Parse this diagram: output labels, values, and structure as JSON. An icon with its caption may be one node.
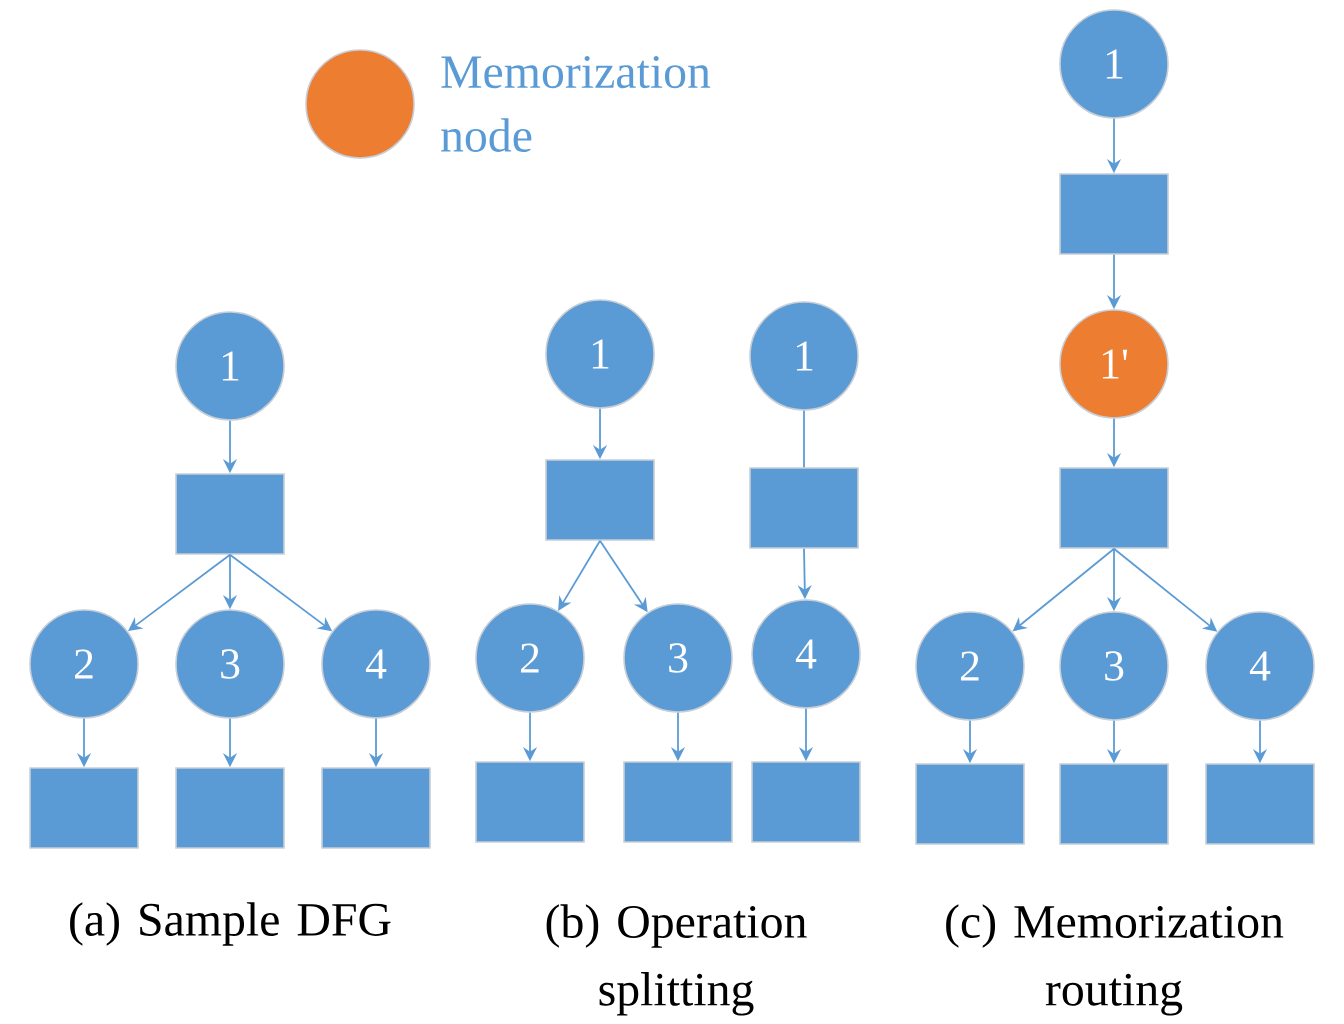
{
  "diagram": {
    "nodes": [
      {
        "text": [
          "1"
        ]
      },
      {
        "text": [],
        "shape": "box"
      },
      {
        "text": [
          "2"
        ]
      },
      {
        "text": [
          "3"
        ]
      },
      {
        "text": [
          "4"
        ]
      },
      {
        "text": [],
        "shape": "box"
      },
      {
        "text": [],
        "shape": "box"
      },
      {
        "text": [],
        "shape": "box"
      },
      {
        "text": [
          "1"
        ]
      },
      {
        "text": [],
        "shape": "box"
      },
      {
        "text": [
          "2"
        ]
      },
      {
        "text": [
          "3"
        ]
      },
      {
        "text": [],
        "shape": "box"
      },
      {
        "text": [],
        "shape": "box"
      },
      {
        "text": [
          "1"
        ]
      },
      {
        "text": [],
        "shape": "box"
      },
      {
        "text": [
          "4"
        ]
      },
      {
        "text": [],
        "shape": "box"
      },
      {
        "text": [
          "1"
        ]
      },
      {
        "text": [],
        "shape": "box"
      },
      {
        "text": [
          "1'"
        ]
      },
      {
        "text": [],
        "shape": "box"
      },
      {
        "text": [
          "2"
        ]
      },
      {
        "text": [
          "3"
        ]
      },
      {
        "text": [
          "4"
        ]
      },
      {
        "text": [],
        "shape": "box"
      },
      {
        "text": [],
        "shape": "box"
      },
      {
        "text": [],
        "shape": "box"
      }
    ],
    "edges": [
      {
        "from": 0,
        "to": 1,
        "arrow": "to"
      },
      {
        "from": 1,
        "to": 2,
        "arrow": "to"
      },
      {
        "from": 1,
        "to": 3,
        "arrow": "to"
      },
      {
        "from": 1,
        "to": 4,
        "arrow": "to"
      },
      {
        "from": 2,
        "to": 5,
        "arrow": "to"
      },
      {
        "from": 3,
        "to": 6,
        "arrow": "to"
      },
      {
        "from": 4,
        "to": 7,
        "arrow": "to"
      },
      {
        "from": 8,
        "to": 9,
        "arrow": "to"
      },
      {
        "from": 9,
        "to": 10,
        "arrow": "to"
      },
      {
        "from": 9,
        "to": 11,
        "arrow": "to"
      },
      {
        "from": 10,
        "to": 12,
        "arrow": "to"
      },
      {
        "from": 11,
        "to": 13,
        "arrow": "to"
      },
      {
        "from": 14,
        "to": 15,
        "arrow": "none"
      },
      {
        "from": 15,
        "to": 16,
        "arrow": "to"
      },
      {
        "from": 16,
        "to": 17,
        "arrow": "to"
      },
      {
        "from": 18,
        "to": 19,
        "arrow": "to"
      },
      {
        "from": 19,
        "to": 20,
        "arrow": "to"
      },
      {
        "from": 20,
        "to": 21,
        "arrow": "to"
      },
      {
        "from": 21,
        "to": 22,
        "arrow": "to"
      },
      {
        "from": 21,
        "to": 23,
        "arrow": "to"
      },
      {
        "from": 21,
        "to": 24,
        "arrow": "to"
      },
      {
        "from": 22,
        "to": 25,
        "arrow": "to"
      },
      {
        "from": 23,
        "to": 26,
        "arrow": "to"
      },
      {
        "from": 24,
        "to": 27,
        "arrow": "to"
      }
    ],
    "labels": [
      "(a) Sample DFG",
      "(b) Operation splitting",
      "(c) Memorization routing"
    ],
    "legend": [
      {
        "text": "Memorization node",
        "color": "#ed7d31"
      }
    ]
  }
}
